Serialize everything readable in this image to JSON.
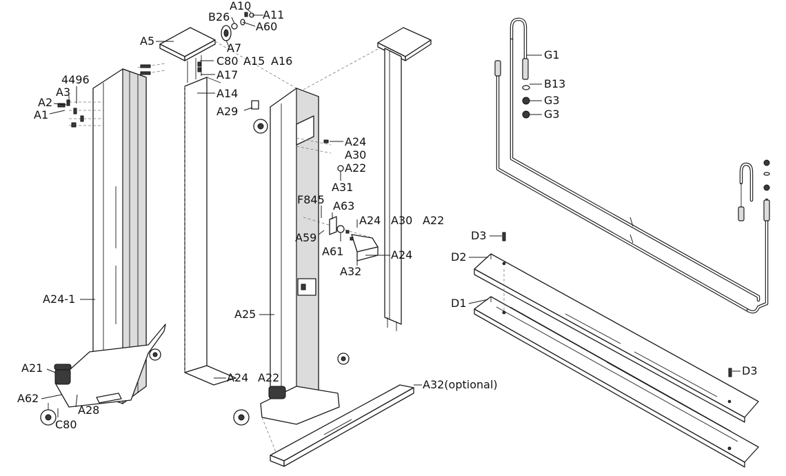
{
  "labels": [
    {
      "id": "A10",
      "text": "A10"
    },
    {
      "id": "A11",
      "text": "A11"
    },
    {
      "id": "B26",
      "text": "B26"
    },
    {
      "id": "A60",
      "text": "A60"
    },
    {
      "id": "A5",
      "text": "A5"
    },
    {
      "id": "A7",
      "text": "A7"
    },
    {
      "id": "C80-top",
      "text": "C80"
    },
    {
      "id": "A15",
      "text": "A15"
    },
    {
      "id": "A16",
      "text": "A16"
    },
    {
      "id": "A17",
      "text": "A17"
    },
    {
      "id": "A14",
      "text": "A14"
    },
    {
      "id": "4496",
      "text": "4496"
    },
    {
      "id": "A3",
      "text": "A3"
    },
    {
      "id": "A2",
      "text": "A2"
    },
    {
      "id": "A1",
      "text": "A1"
    },
    {
      "id": "A29",
      "text": "A29"
    },
    {
      "id": "A24-a",
      "text": "A24"
    },
    {
      "id": "A30-a",
      "text": "A30"
    },
    {
      "id": "A22-a",
      "text": "A22"
    },
    {
      "id": "A31",
      "text": "A31"
    },
    {
      "id": "F845",
      "text": "F845"
    },
    {
      "id": "A63",
      "text": "A63"
    },
    {
      "id": "A24-b",
      "text": "A24"
    },
    {
      "id": "A30-b",
      "text": "A30"
    },
    {
      "id": "A22-b",
      "text": "A22"
    },
    {
      "id": "A59",
      "text": "A59"
    },
    {
      "id": "A61",
      "text": "A61"
    },
    {
      "id": "A24-c",
      "text": "A24"
    },
    {
      "id": "A32",
      "text": "A32"
    },
    {
      "id": "A24-1",
      "text": "A24-1"
    },
    {
      "id": "A25",
      "text": "A25"
    },
    {
      "id": "A21",
      "text": "A21"
    },
    {
      "id": "A62",
      "text": "A62"
    },
    {
      "id": "A28",
      "text": "A28"
    },
    {
      "id": "C80-bottom",
      "text": "C80"
    },
    {
      "id": "A24-d",
      "text": "A24"
    },
    {
      "id": "A22-c",
      "text": "A22"
    },
    {
      "id": "A32-optional",
      "text": "A32(optional)"
    },
    {
      "id": "G1",
      "text": "G1"
    },
    {
      "id": "B13",
      "text": "B13"
    },
    {
      "id": "G3-a",
      "text": "G3"
    },
    {
      "id": "G3-b",
      "text": "G3"
    },
    {
      "id": "D3-a",
      "text": "D3"
    },
    {
      "id": "D2",
      "text": "D2"
    },
    {
      "id": "D1",
      "text": "D1"
    },
    {
      "id": "D3-b",
      "text": "D3"
    }
  ]
}
